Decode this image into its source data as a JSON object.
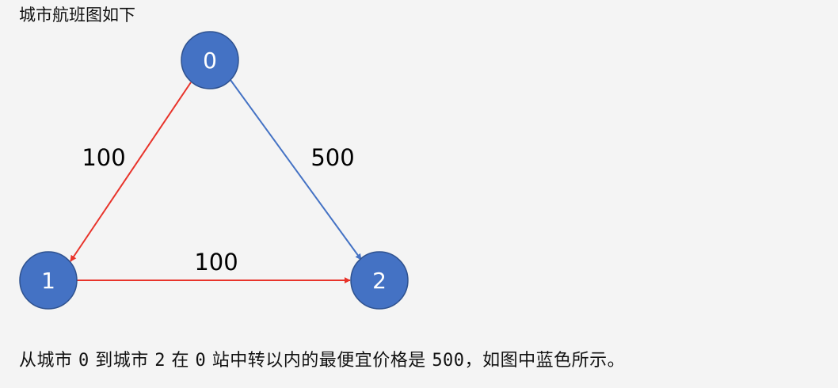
{
  "title": "城市航班图如下",
  "colors": {
    "background": "#f4f4f4",
    "node_fill": "#4472c4",
    "node_stroke": "#2f528f",
    "edge_red": "#e8332a",
    "edge_blue": "#4472c4"
  },
  "nodes": [
    {
      "id": "0",
      "label": "0"
    },
    {
      "id": "1",
      "label": "1"
    },
    {
      "id": "2",
      "label": "2"
    }
  ],
  "edges": [
    {
      "from": "0",
      "to": "1",
      "weight": "100",
      "color": "#e8332a"
    },
    {
      "from": "0",
      "to": "2",
      "weight": "500",
      "color": "#4472c4"
    },
    {
      "from": "1",
      "to": "2",
      "weight": "100",
      "color": "#e8332a"
    }
  ],
  "caption": {
    "part1": "从城市",
    "src": "0",
    "part2": "到城市",
    "dst": "2",
    "part3": "在",
    "k": "0",
    "part4": "站中转以内的最便宜价格是",
    "price": "500",
    "part5": "，如图中蓝色所示。"
  }
}
